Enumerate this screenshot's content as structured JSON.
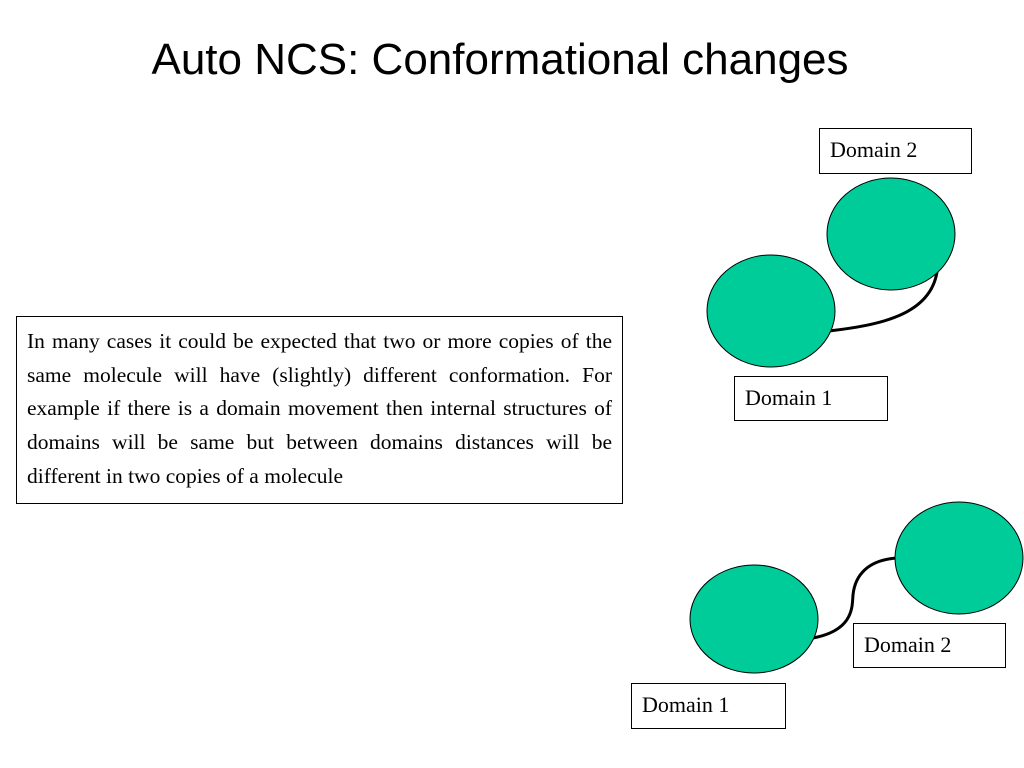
{
  "slide": {
    "title": "Auto NCS: Conformational changes",
    "body": "In many cases it could be expected that two or more copies of the same molecule will have (slightly) different conformation. For example if there is a domain movement then internal structures of domains will be same but between domains distances will be different in two copies of a molecule"
  },
  "diagram": {
    "domain_fill": "#00cc99",
    "upper": {
      "domain2_label": "Domain 2",
      "domain1_label": "Domain 1"
    },
    "lower": {
      "domain2_label": "Domain 2",
      "domain1_label": "Domain 1"
    }
  }
}
